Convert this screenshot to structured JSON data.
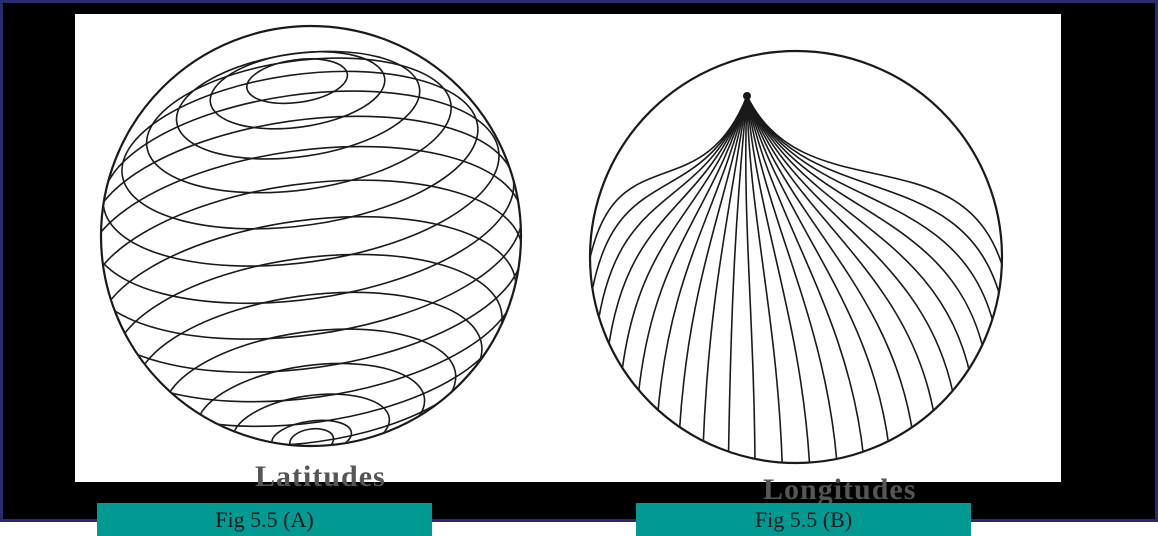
{
  "figure": {
    "globe_a": {
      "label": "Latitudes",
      "caption": "Fig 5.5 (A)",
      "line_family": "parallels",
      "line_count": 17
    },
    "globe_b": {
      "label": "Longitudes",
      "caption": "Fig 5.5 (B)",
      "line_family": "meridians",
      "line_count": 24
    }
  },
  "colors": {
    "frame_background": "#000000",
    "frame_border": "#2a2a6e",
    "panel_background": "#ffffff",
    "caption_background": "#009a93",
    "line_color": "#1a1a1a",
    "label_color": "#555555"
  }
}
